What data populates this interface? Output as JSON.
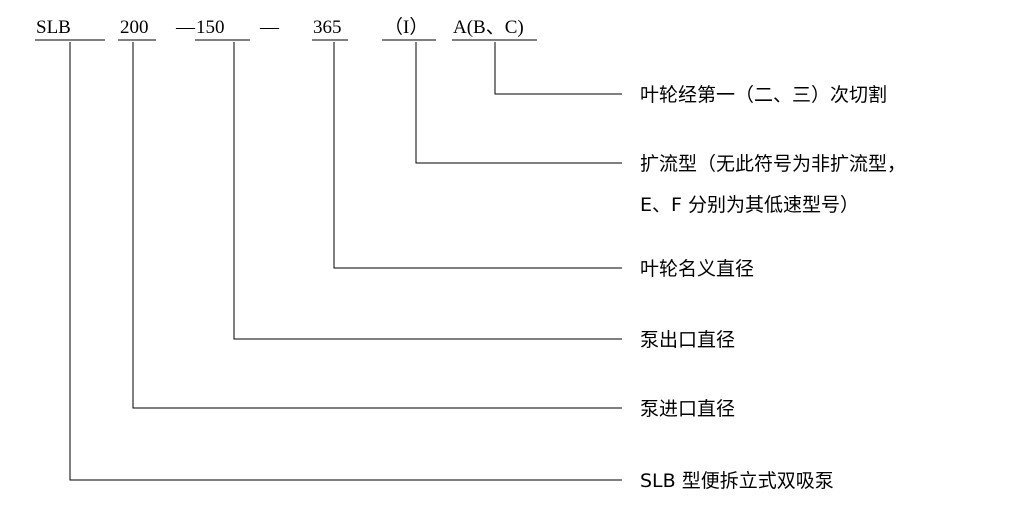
{
  "code": {
    "series": "SLB",
    "inlet": "200",
    "dash1": "—",
    "outlet": "150",
    "dash2": "—",
    "impeller": "365",
    "type": "（I）",
    "cut": "A(B、C)"
  },
  "labels": {
    "cut": "叶轮经第一（二、三）次切割",
    "type_line1": "扩流型（无此符号为非扩流型，",
    "type_line2": "E、F 分别为其低速型号）",
    "impeller": "叶轮名义直径",
    "outlet": "泵出口直径",
    "inlet": "泵进口直径",
    "series": "SLB 型便拆立式双吸泵"
  }
}
